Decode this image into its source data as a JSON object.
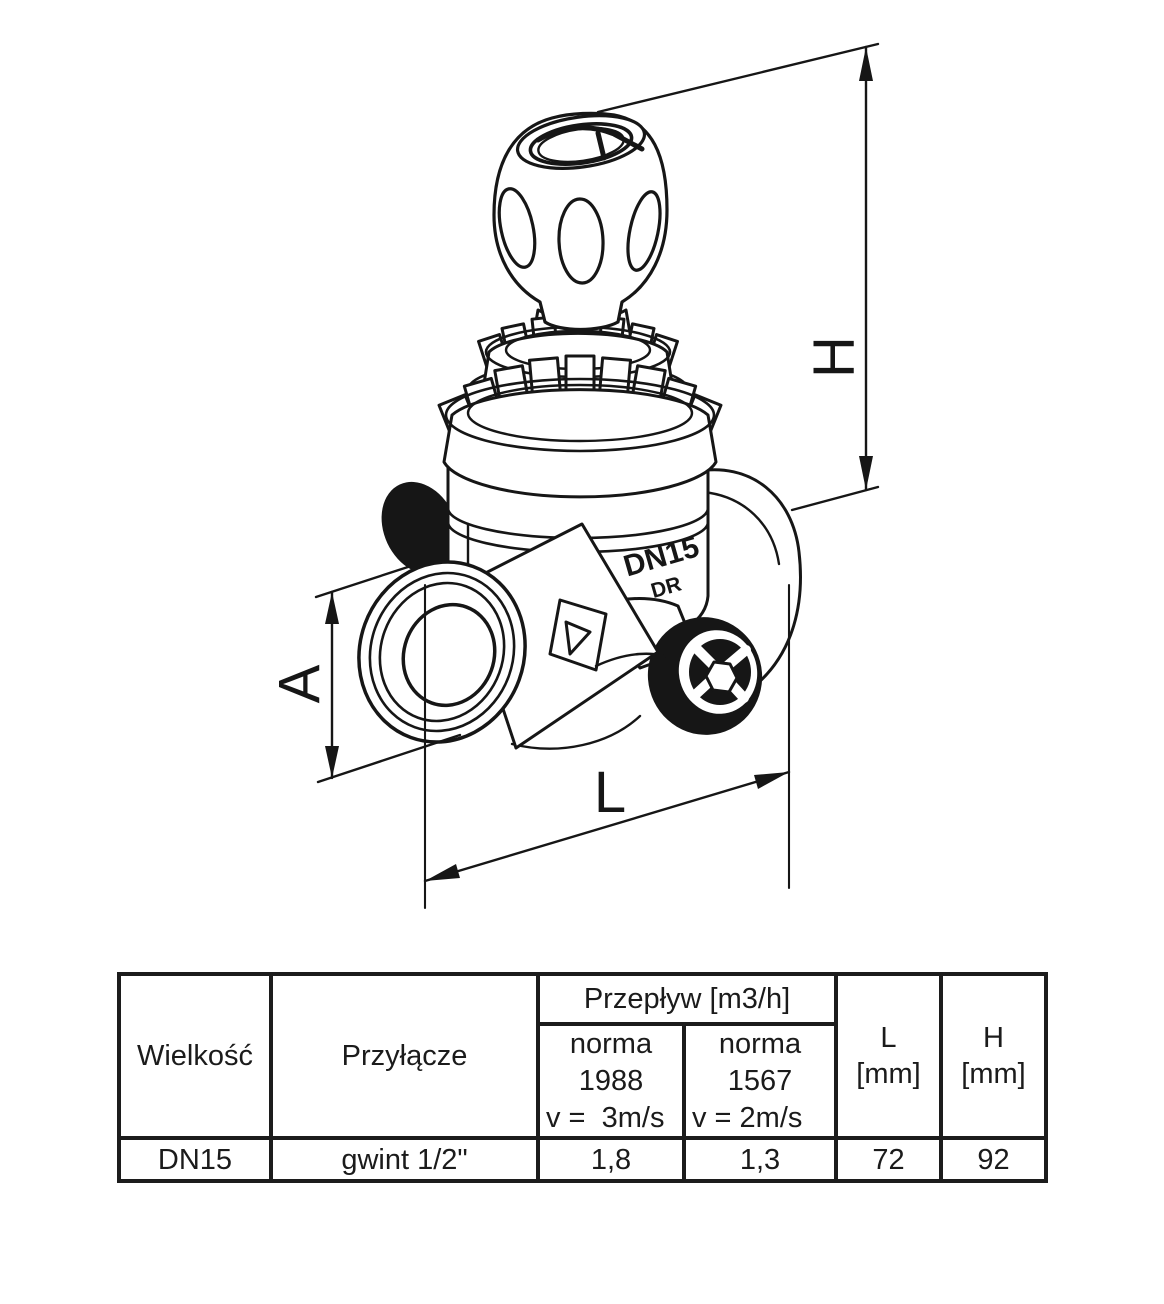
{
  "drawing": {
    "labels": {
      "h": "H",
      "a": "A",
      "l": "L"
    },
    "marking": {
      "line1": "DN15",
      "line2": "DR"
    }
  },
  "table": {
    "headers": {
      "size": "Wielkość",
      "connection": "Przyłącze",
      "flow": "Przepływ [m3/h]",
      "norm1988": {
        "l1": "norma",
        "l2": "1988",
        "l3": "v =  3m/s"
      },
      "norm1567": {
        "l1": "norma",
        "l2": "1567",
        "l3": "v = 2m/s"
      },
      "l": {
        "l1": "L",
        "l2": "[mm]"
      },
      "h": {
        "l1": "H",
        "l2": "[mm]"
      }
    },
    "row": {
      "size": "DN15",
      "connection": "gwint 1/2\"",
      "flow1988": "1,8",
      "flow1567": "1,3",
      "l": "72",
      "h": "92"
    }
  }
}
